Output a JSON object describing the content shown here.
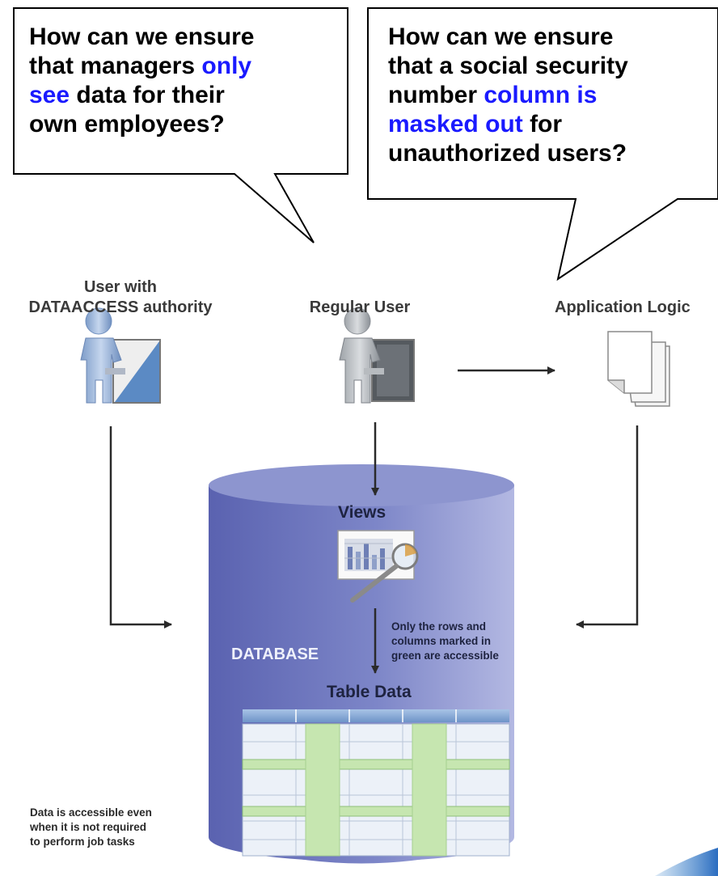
{
  "bubbles": {
    "left": {
      "line1": "How can we ensure",
      "line2": "that managers",
      "line2_highlight": "only",
      "line3_highlight": "see",
      "line3": "data for their",
      "line4": "own employees?"
    },
    "right": {
      "line1": "How can we ensure",
      "line2": "that a social security",
      "line3": "number",
      "line3_highlight": "column is",
      "line4_highlight": "masked out",
      "line4": "for",
      "line5": "unauthorized users?"
    }
  },
  "actors": {
    "dataaccess": {
      "line1": "User with",
      "line2": "DATAACCESS authority"
    },
    "regular": {
      "label": "Regular User"
    },
    "app": {
      "label": "Application Logic"
    }
  },
  "database": {
    "label": "DATABASE",
    "views_label": "Views",
    "table_label": "Table Data",
    "note_line1": "Only the rows and",
    "note_line2": "columns marked in",
    "note_line3": "green are accessible"
  },
  "left_note": {
    "line1": "Data is accessible even",
    "line2": "when it is not required",
    "line3": "to perform job tasks"
  },
  "colors": {
    "highlight": "#1a1aff",
    "database_fill": "#6f78bf",
    "accessible_green": "#c6e6b0"
  }
}
